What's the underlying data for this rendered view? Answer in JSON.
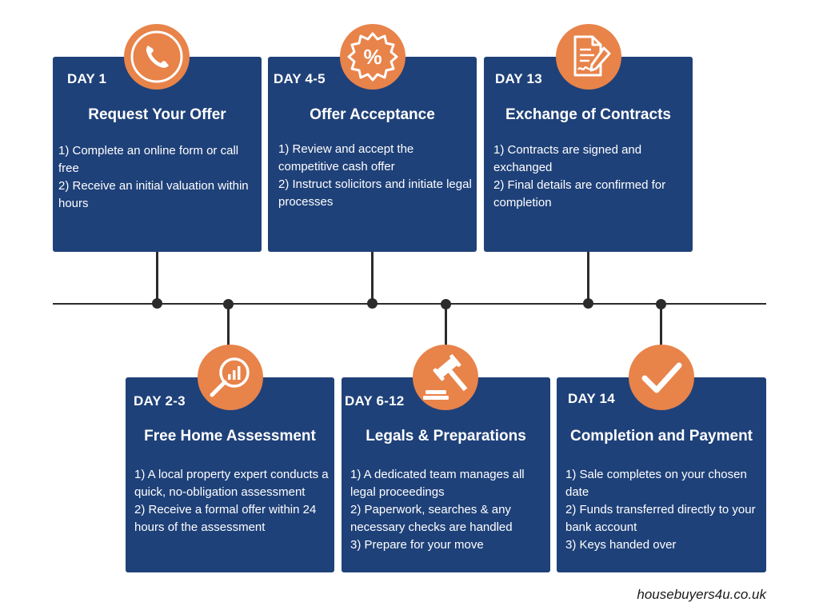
{
  "colors": {
    "card": "#1f4179",
    "accent": "#e8834a",
    "line": "#2b2b2b"
  },
  "steps": [
    {
      "day": "DAY 1",
      "title": "Request Your Offer",
      "lines": [
        "1) Complete an online form or call free",
        "2) Receive an initial valuation within hours"
      ],
      "icon": "phone-icon"
    },
    {
      "day": "DAY 2-3",
      "title": "Free Home Assessment",
      "lines": [
        "1) A local property expert conducts a quick, no-obligation assessment",
        "2) Receive a formal offer within 24 hours of the assessment"
      ],
      "icon": "magnifier-chart-icon"
    },
    {
      "day": "DAY 4-5",
      "title": "Offer Acceptance",
      "lines": [
        "1) Review and accept the competitive cash offer",
        "2) Instruct solicitors and initiate legal processes"
      ],
      "icon": "percent-badge-icon"
    },
    {
      "day": "DAY 6-12",
      "title": "Legals & Preparations",
      "lines": [
        "1) A dedicated team manages all legal proceedings",
        "2) Paperwork, searches & any necessary checks are handled",
        "3) Prepare for your move"
      ],
      "icon": "gavel-icon"
    },
    {
      "day": "DAY 13",
      "title": "Exchange of Contracts",
      "lines": [
        "1) Contracts are signed and exchanged",
        "2) Final details are confirmed for completion"
      ],
      "icon": "contract-signing-icon"
    },
    {
      "day": "DAY 14",
      "title": "Completion and Payment",
      "lines": [
        "1) Sale completes on your chosen date",
        "2) Funds transferred directly to your bank account",
        "3) Keys handed over"
      ],
      "icon": "checkmark-icon"
    }
  ],
  "footer": {
    "website": "housebuyers4u.co.uk"
  }
}
